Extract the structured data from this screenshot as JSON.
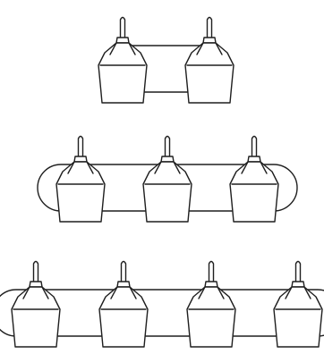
{
  "diagram": {
    "kind": "vanity-light-fixture-line-drawings",
    "stroke_color": "#1f1f1f",
    "background_color": "#ffffff",
    "fixtures": [
      {
        "name": "two-light-fixture",
        "lights": 2,
        "end_caps": false
      },
      {
        "name": "three-light-fixture",
        "lights": 3,
        "end_caps": true
      },
      {
        "name": "four-light-fixture",
        "lights": 4,
        "end_caps": true
      }
    ]
  }
}
